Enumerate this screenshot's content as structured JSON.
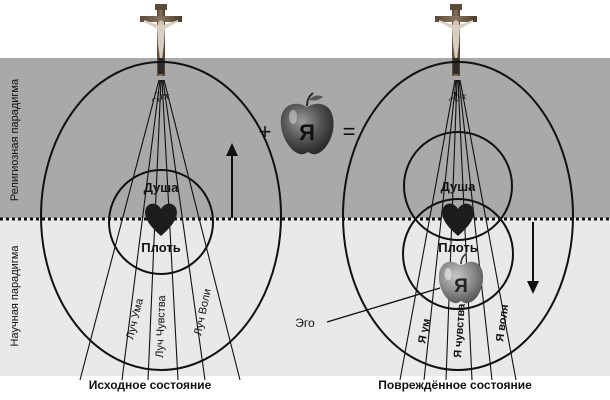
{
  "paradigms": {
    "religious": "Религиозная парадигма",
    "scientific": "Научная парадигма"
  },
  "left": {
    "spirit": "Дух",
    "soul": "Душа",
    "flesh": "Плоть",
    "ray_mind": "Луч Ума",
    "ray_feeling": "Луч Чувства",
    "ray_will": "Луч Воли",
    "caption": "Исходное  состояние"
  },
  "right": {
    "spirit": "Дух",
    "soul": "Душа",
    "flesh": "Плоть",
    "ego": "Эго",
    "apple_letter": "Я",
    "ray_mind": "Я ум",
    "ray_feeling": "Я чувства",
    "ray_will": "Я воля",
    "caption": "Повреждённое состояние"
  },
  "equation": {
    "plus": "+",
    "apple_letter": "Я",
    "equals": "="
  },
  "colors": {
    "religious_band": "#a9a9a9",
    "scientific_band": "#e9e9e9",
    "heart": "#1c1c1c",
    "apple": "#4a4a4a"
  }
}
